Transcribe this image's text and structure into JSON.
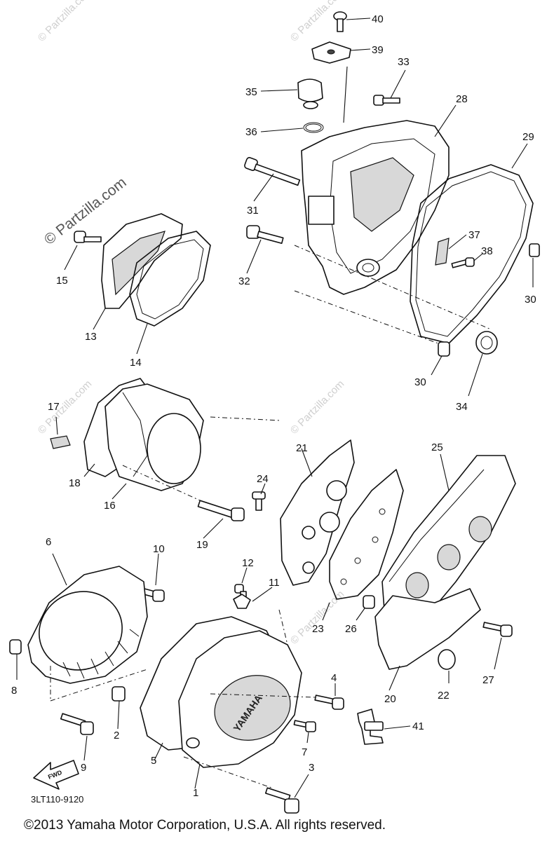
{
  "watermarks": {
    "main": "© Partzilla.com",
    "tile": "© Partzilla.com"
  },
  "labels": {
    "p1": "1",
    "p2": "2",
    "p3": "3",
    "p4": "4",
    "p5": "5",
    "p6": "6",
    "p7": "7",
    "p8": "8",
    "p9": "9",
    "p10": "10",
    "p11": "11",
    "p12": "12",
    "p13": "13",
    "p14": "14",
    "p15": "15",
    "p16": "16",
    "p17": "17",
    "p18": "18",
    "p19": "19",
    "p20": "20",
    "p21": "21",
    "p22": "22",
    "p23": "23",
    "p24": "24",
    "p25": "25",
    "p26": "26",
    "p27": "27",
    "p28": "28",
    "p29": "29",
    "p30a": "30",
    "p30b": "30",
    "p31": "31",
    "p32": "32",
    "p33": "33",
    "p34": "34",
    "p35": "35",
    "p36": "36",
    "p37": "37",
    "p38": "38",
    "p39": "39",
    "p40": "40",
    "p41": "41"
  },
  "diagram_code": "3LT110-9120",
  "cover_brand": "YAMAHA",
  "fwd_arrow": "FWD",
  "copyright": "©2013 Yamaha Motor Corporation, U.S.A. All rights reserved."
}
